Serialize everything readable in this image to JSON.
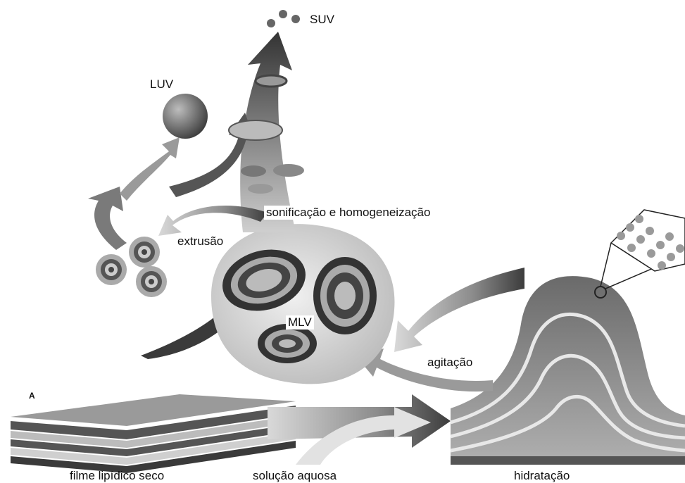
{
  "panel_letter": "A",
  "labels": {
    "suv": "SUV",
    "luv": "LUV",
    "sonication": "sonificação e homogeneização",
    "extrusion": "extrusão",
    "mlv": "MLV",
    "agitation": "agitação",
    "dry_film": "filme lipídico seco",
    "aqueous_solution": "solução aquosa",
    "hydration": "hidratação"
  },
  "colors": {
    "background": "#ffffff",
    "dark_gray": "#3a3a3a",
    "mid_gray": "#8a8a8a",
    "light_gray": "#d6d6d6"
  }
}
